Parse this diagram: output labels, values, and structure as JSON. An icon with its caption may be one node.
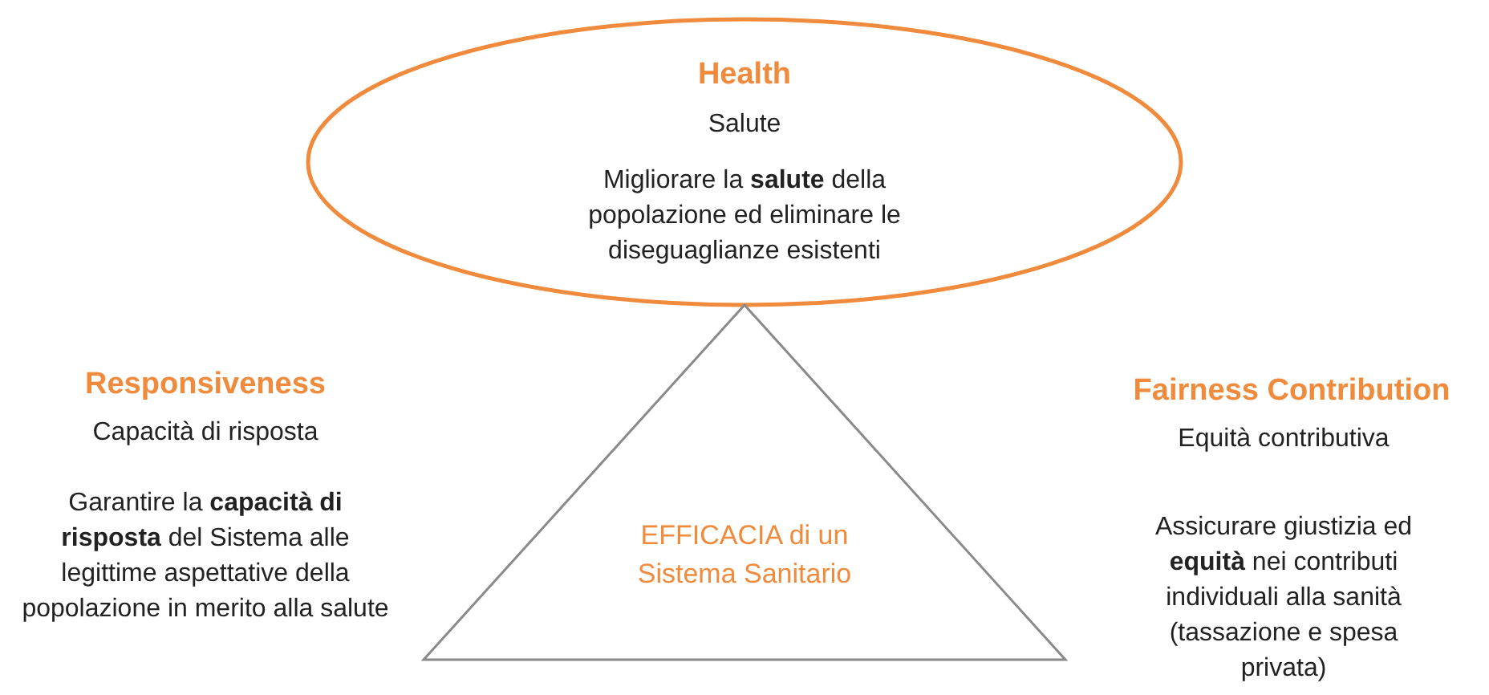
{
  "diagram": {
    "nodes": [
      {
        "text": [
          "Health",
          "Salute",
          "Migliorare la **salute** della popolazione ed eliminare le diseguaglianze esistenti"
        ]
      },
      {
        "text": [
          "EFFICACIA di un Sistema Sanitario"
        ]
      }
    ],
    "labels": [
      "Responsiveness",
      "Fairness Contribution",
      "Capacità di risposta",
      "Equità contributiva",
      "Garantire la **capacità di risposta** del Sistema alle legittime aspettative della popolazione in merito alla salute",
      "Assicurare giustizia ed **equità** nei contributi individuali alla sanità (tassazione e spesa privata)"
    ]
  }
}
